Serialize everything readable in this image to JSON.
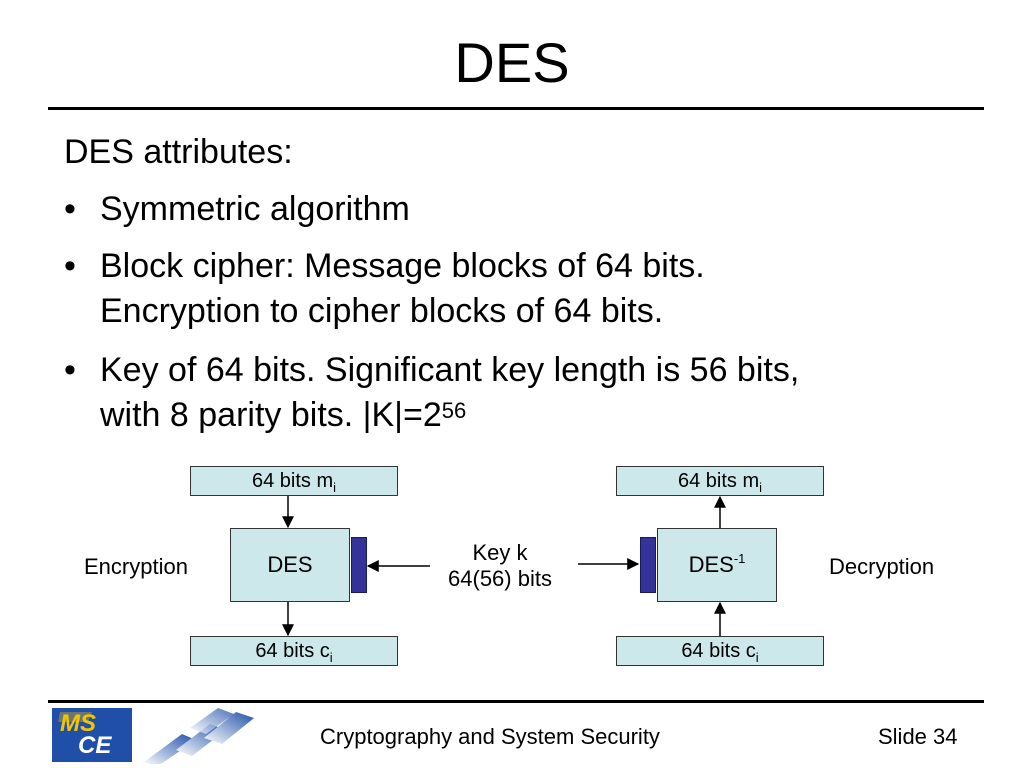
{
  "title": "DES",
  "intro": "DES attributes:",
  "bullet_char": "•",
  "bullets": [
    {
      "line1": "Symmetric algorithm"
    },
    {
      "line1": "Block cipher: Message blocks of 64 bits.",
      "line2": "Encryption to cipher blocks of 64 bits."
    },
    {
      "line1": "Key of 64 bits. Significant key length is 56 bits,",
      "line2": "with 8 parity bits. |K|=2",
      "line2_sup": "56"
    }
  ],
  "diagram": {
    "encryption": {
      "label": "Encryption",
      "input": {
        "text": "64 bits m",
        "sub": "i"
      },
      "box": "DES",
      "output": {
        "text": "64 bits c",
        "sub": "i"
      }
    },
    "decryption": {
      "label": "Decryption",
      "output": {
        "text": "64 bits m",
        "sub": "i"
      },
      "box": "DES",
      "box_sup": "-1",
      "input": {
        "text": "64 bits c",
        "sub": "i"
      }
    },
    "key": {
      "line1": "Key k",
      "line2": "64(56) bits"
    }
  },
  "footer": {
    "logo_text_top": "MS",
    "logo_text_bottom": "CE",
    "title": "Cryptography and System Security",
    "slide": "Slide 34"
  },
  "colors": {
    "box_fill": "#cce8ea",
    "key_slot": "#333399",
    "logo_blue": "#1f4fa8",
    "logo_gold": "#f5c400"
  }
}
